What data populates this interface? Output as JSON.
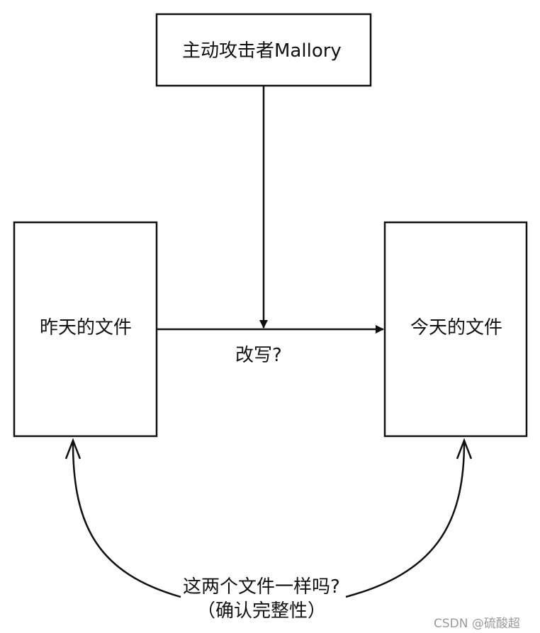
{
  "diagram": {
    "attacker_label": "主动攻击者Mallory",
    "yesterday_file_label": "昨天的文件",
    "today_file_label": "今天的文件",
    "modify_label": "改写?",
    "compare_question": "这两个文件一样吗?",
    "integrity_note": "（确认完整性）"
  },
  "watermark": {
    "text": "CSDN @硫酸超"
  },
  "colors": {
    "stroke": "#111111",
    "background": "#ffffff",
    "watermark": "#9a9a9a"
  }
}
